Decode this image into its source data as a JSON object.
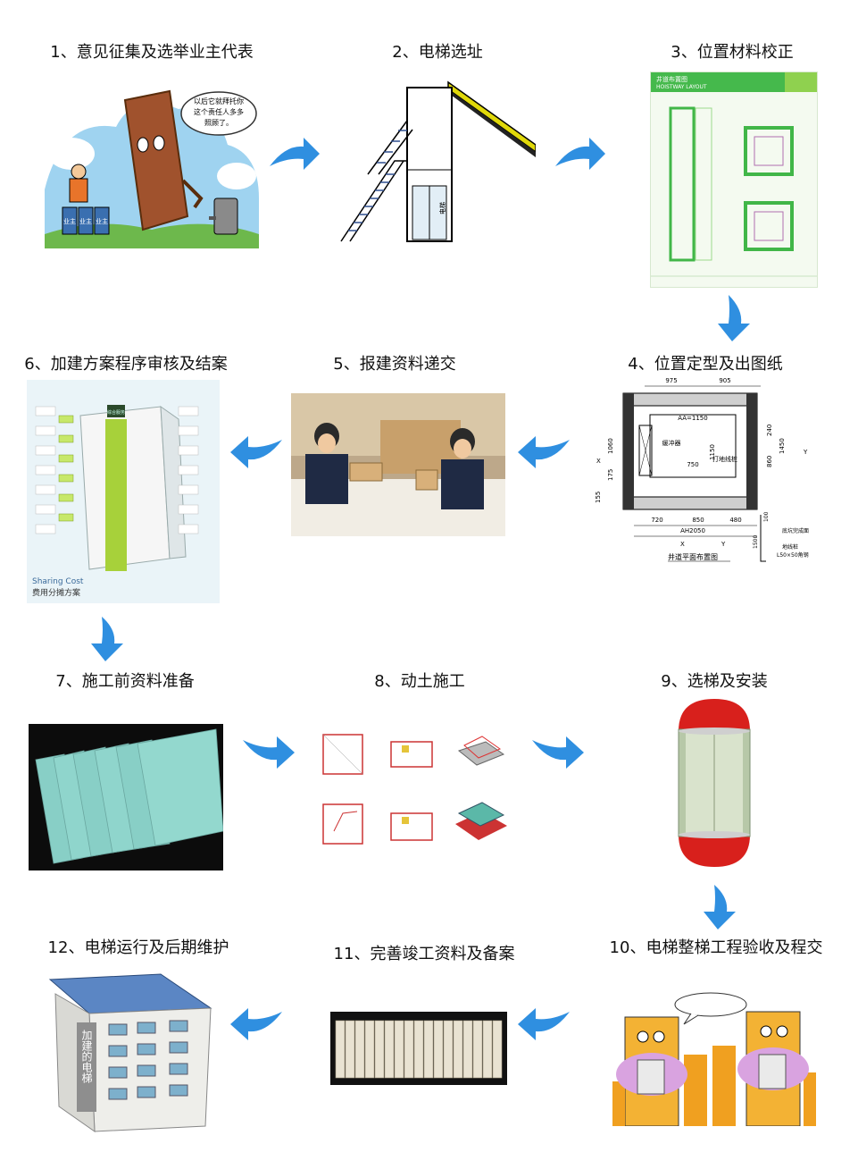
{
  "steps": [
    {
      "label": "1、意见征集及选举业主代表"
    },
    {
      "label": "2、电梯选址"
    },
    {
      "label": "3、位置材料校正"
    },
    {
      "label": "4、位置定型及出图纸"
    },
    {
      "label": "5、报建资料递交"
    },
    {
      "label": "6、加建方案程序审核及结案"
    },
    {
      "label": "7、施工前资料准备"
    },
    {
      "label": "8、动土施工"
    },
    {
      "label": "9、选梯及安装"
    },
    {
      "label": "10、电梯整梯工程验收及程交"
    },
    {
      "label": "11、完善竣工资料及备案"
    },
    {
      "label": "12、电梯运行及后期维护"
    }
  ],
  "step1_cartoon": {
    "speech": [
      "以后它就拜托你",
      "这个责任人多多",
      "照顾了。"
    ],
    "badges": [
      "业主",
      "业主",
      "业主"
    ]
  },
  "step2_drawing": {
    "door_label": "电梯"
  },
  "step3_layout": {
    "title": "井道布置图",
    "subtitle": "HOISTWAY LAYOUT"
  },
  "step4_drawing": {
    "top_dims": [
      "975",
      "905"
    ],
    "inner": [
      "AA=1150",
      "缓冲器",
      "打地线桩",
      "750",
      "1150"
    ],
    "side_dims": [
      "1060",
      "175",
      "155",
      "860",
      "1450",
      "240"
    ],
    "bottom_dims": [
      "720",
      "850",
      "480",
      "AH2050"
    ],
    "axis": [
      "X",
      "Y",
      "X",
      "Y"
    ],
    "section": [
      "底坑完成面",
      "地线桩",
      "L50×50角钢",
      "1500",
      "100"
    ],
    "caption": "井道平面布置图"
  },
  "step6_model": {
    "sign": "综合服务",
    "caption_en": "Sharing Cost",
    "caption_cn": "费用分摊方案"
  },
  "step11_image": {},
  "step12_model": {
    "wall_text": "加建的电梯"
  },
  "colors": {
    "arrow": "#2f8fe0",
    "green": "#9ccc2a",
    "blueprint": "#41b648"
  }
}
